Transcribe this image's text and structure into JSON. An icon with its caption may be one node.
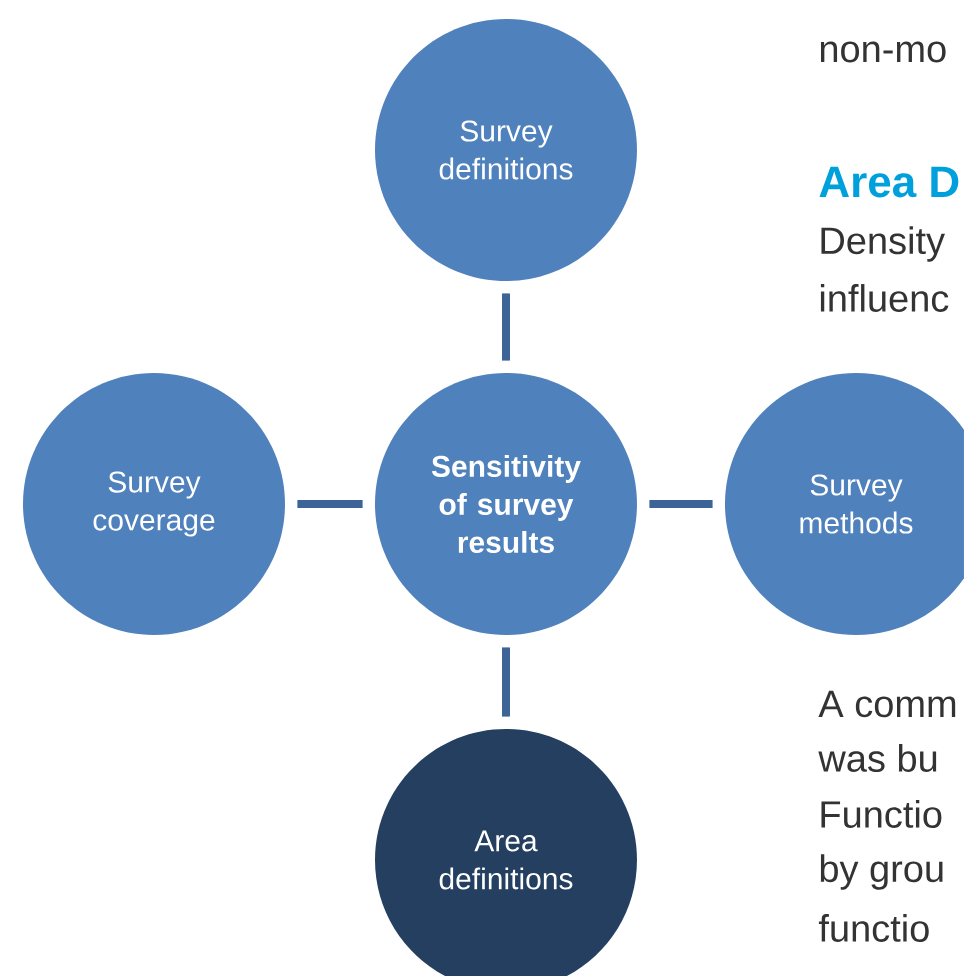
{
  "diagram": {
    "nodes": [
      {
        "text": [
          "Survey definitions"
        ]
      },
      {
        "text": [
          "Survey coverage"
        ]
      },
      {
        "text": [
          "Sensitivity of survey results"
        ]
      },
      {
        "text": [
          "Survey methods"
        ]
      },
      {
        "text": [
          "Area definitions"
        ]
      }
    ],
    "edges": [
      {
        "from": 2,
        "to": 0,
        "arrow": "none"
      },
      {
        "from": 2,
        "to": 1,
        "arrow": "none"
      },
      {
        "from": 2,
        "to": 3,
        "arrow": "none"
      },
      {
        "from": 2,
        "to": 4,
        "arrow": "none"
      }
    ],
    "labels": [
      "non-mo",
      "Area D",
      "Density",
      "influenc",
      "A comm",
      "was bu",
      "Functio",
      "by grou",
      "functio"
    ]
  }
}
